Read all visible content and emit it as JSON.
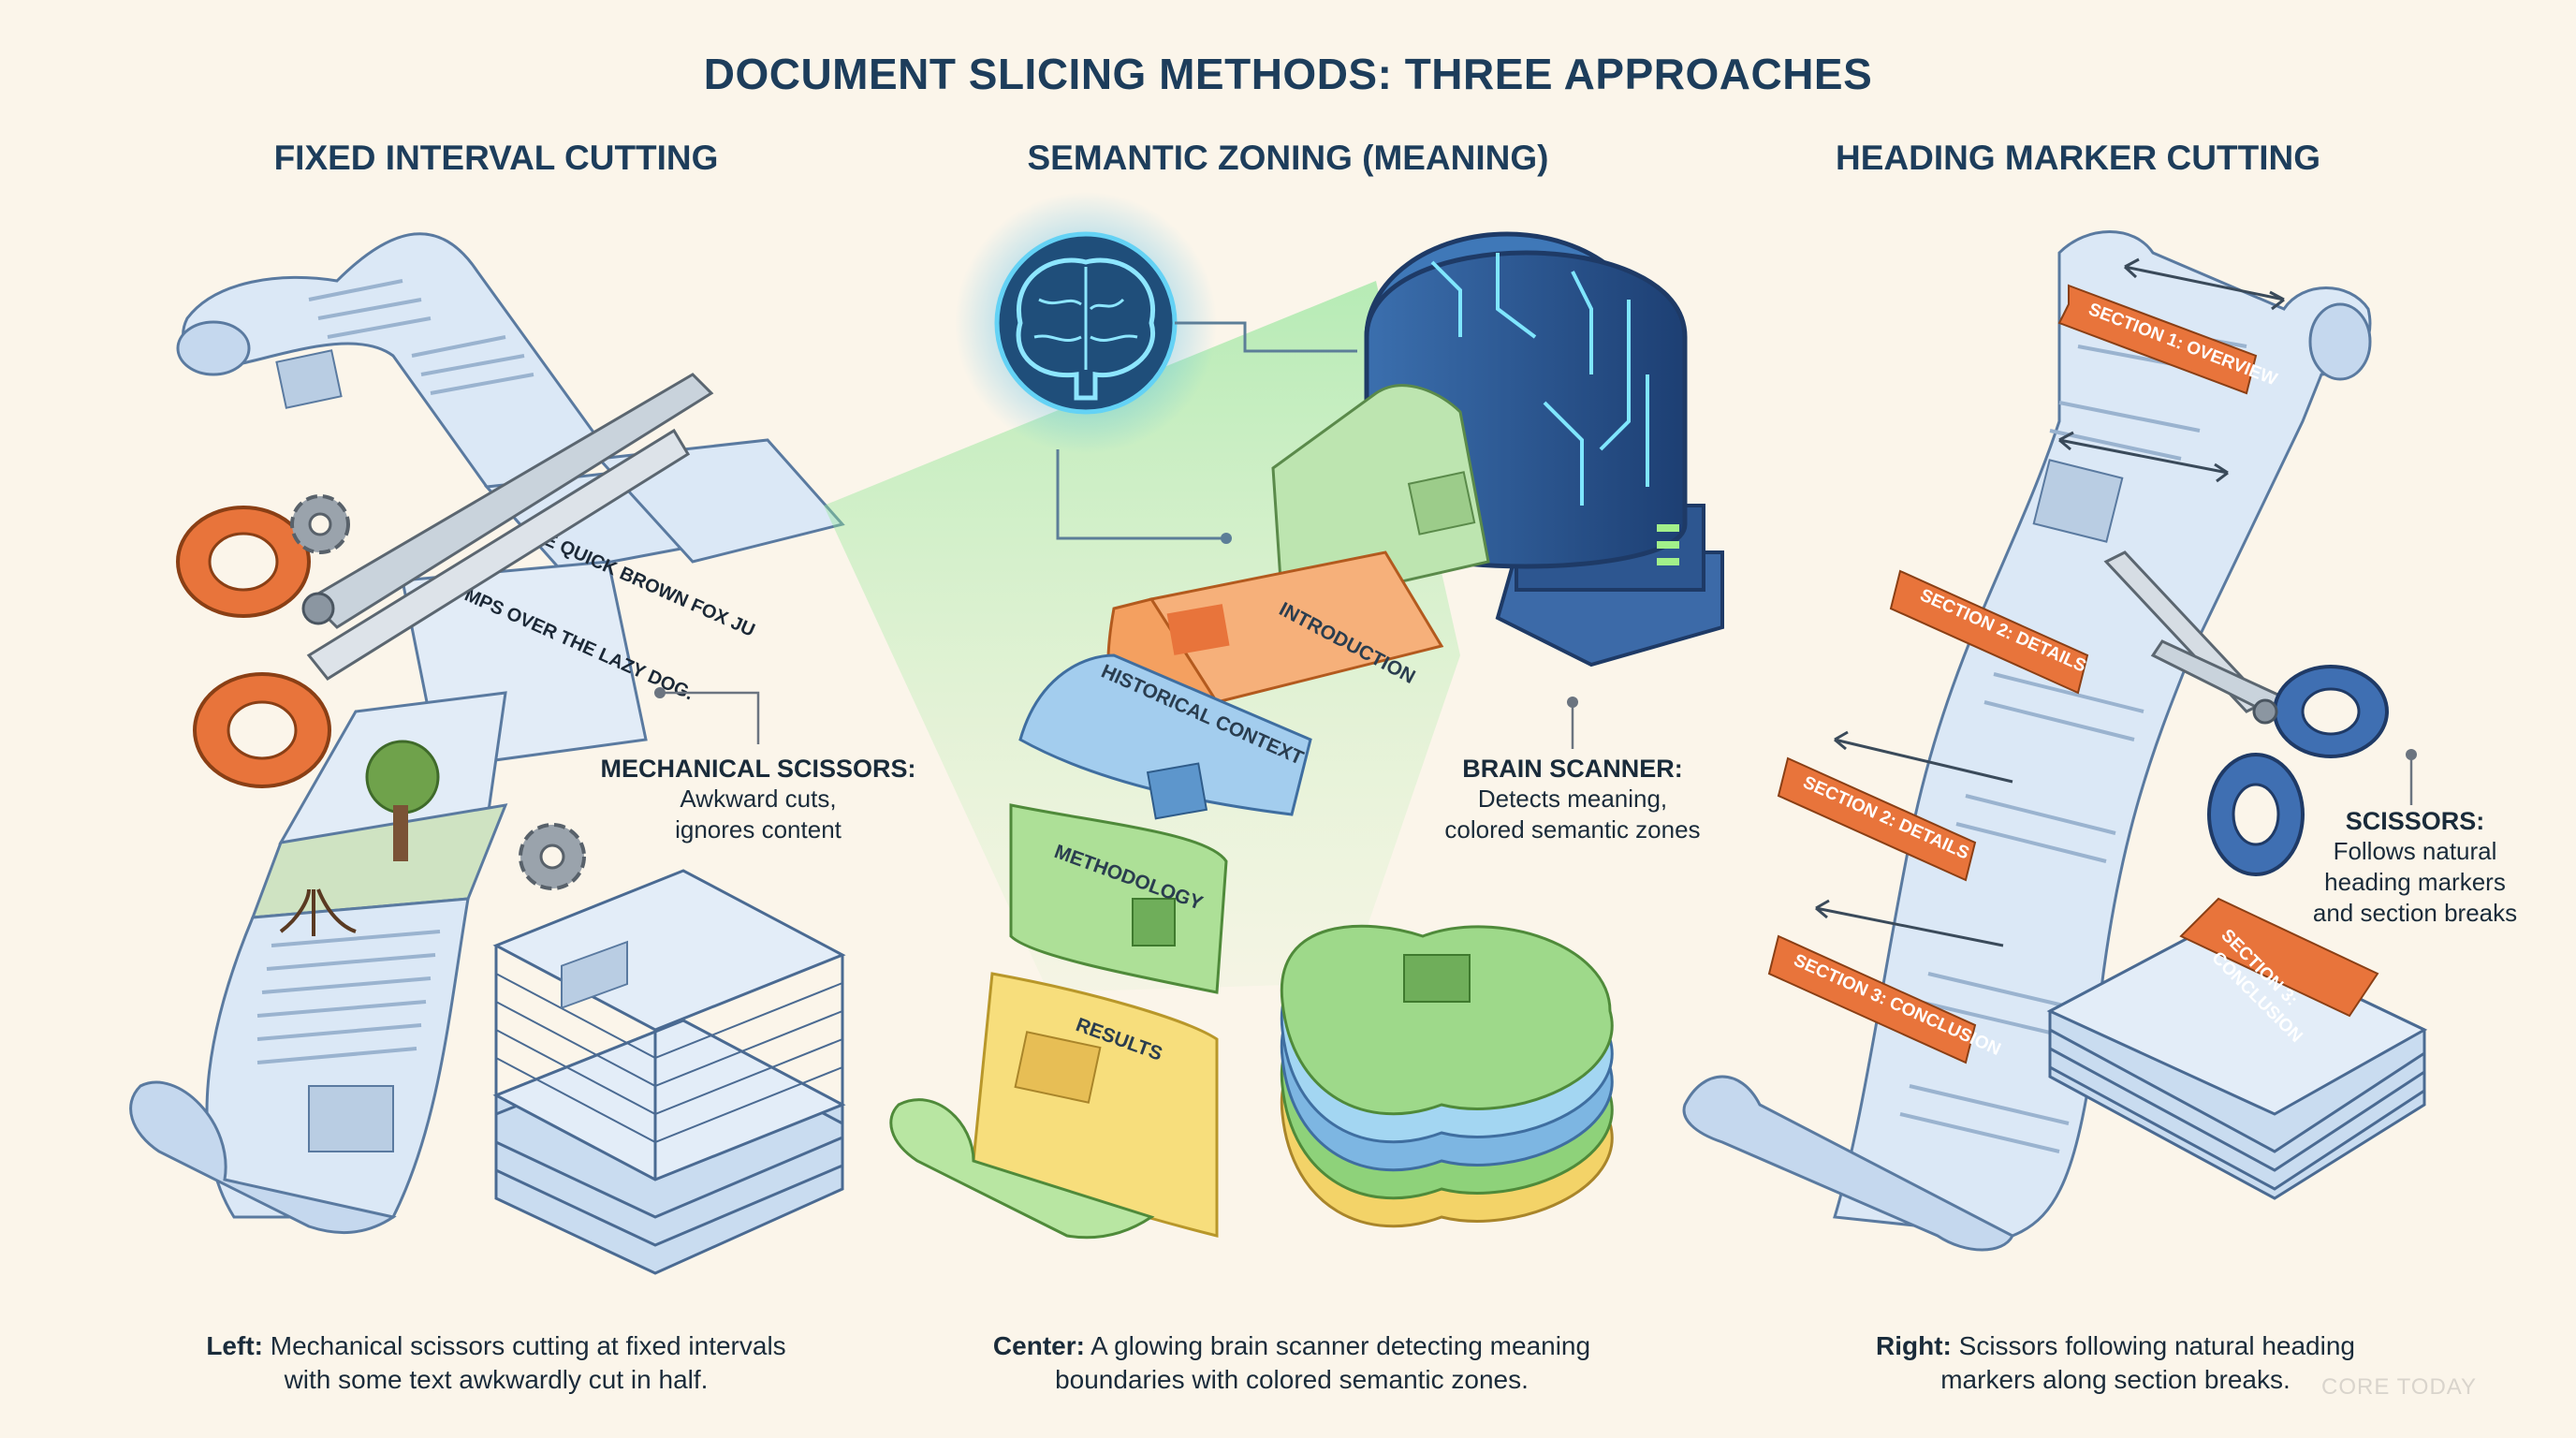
{
  "title": "DOCUMENT SLICING METHODS: THREE APPROACHES",
  "panels": {
    "left": {
      "title": "FIXED INTERVAL CUTTING",
      "cut_text_top": "THE QUICK BROWN FOX JU",
      "cut_text_bottom": "MPS OVER THE LAZY DOG.",
      "callout": {
        "heading": "MECHANICAL SCISSORS:",
        "body_line1": "Awkward cuts,",
        "body_line2": "ignores content"
      },
      "caption": {
        "lead": "Left:",
        "line1": "Mechanical scissors cutting at fixed intervals",
        "line2": "with some text awkwardly cut in half."
      }
    },
    "center": {
      "title": "SEMANTIC ZONING (MEANING)",
      "zones": [
        "INTRODUCTION",
        "HISTORICAL CONTEXT",
        "METHODOLOGY",
        "RESULTS"
      ],
      "callout": {
        "heading": "BRAIN SCANNER:",
        "body_line1": "Detects meaning,",
        "body_line2": "colored semantic zones"
      },
      "caption": {
        "lead": "Center:",
        "line1": "A glowing brain scanner detecting meaning",
        "line2": "boundaries with colored semantic zones."
      }
    },
    "right": {
      "title": "HEADING MARKER CUTTING",
      "banners": [
        "SECTION 1: OVERVIEW",
        "SECTION 2: DETAILS",
        "SECTION 2: DETAILS",
        "SECTION 3: CONCLUSION"
      ],
      "stack_label_line1": "SECTION 3:",
      "stack_label_line2": "CONCLUSION",
      "callout": {
        "heading": "SCISSORS:",
        "body_line1": "Follows natural",
        "body_line2": "heading markers",
        "body_line3": "and section breaks"
      },
      "caption": {
        "lead": "Right:",
        "line1": "Scissors following natural heading",
        "line2": "markers along section breaks."
      }
    }
  },
  "watermark": "CORE TODAY",
  "colors": {
    "background": "#fbf5ea",
    "paper": "#dbe8f6",
    "accent_orange": "#e8743b",
    "scissor_blue": "#3f6fb2",
    "zone_orange": "#f6b07a",
    "zone_blue": "#9cc8ec",
    "zone_green": "#a9d98f",
    "zone_yellow": "#f7de7c"
  }
}
